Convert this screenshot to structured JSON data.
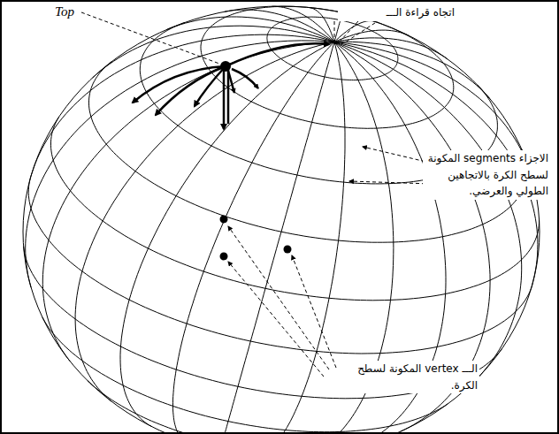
{
  "diagram": {
    "labels": [
      "Top",
      "اتجاه قراءة الـــ",
      "الاجزاء segments المكونة لسطح الكرة بالاتجاهين الطولي والعرضي.",
      "الـــ vertex المكونة لسطح الكرة."
    ]
  }
}
